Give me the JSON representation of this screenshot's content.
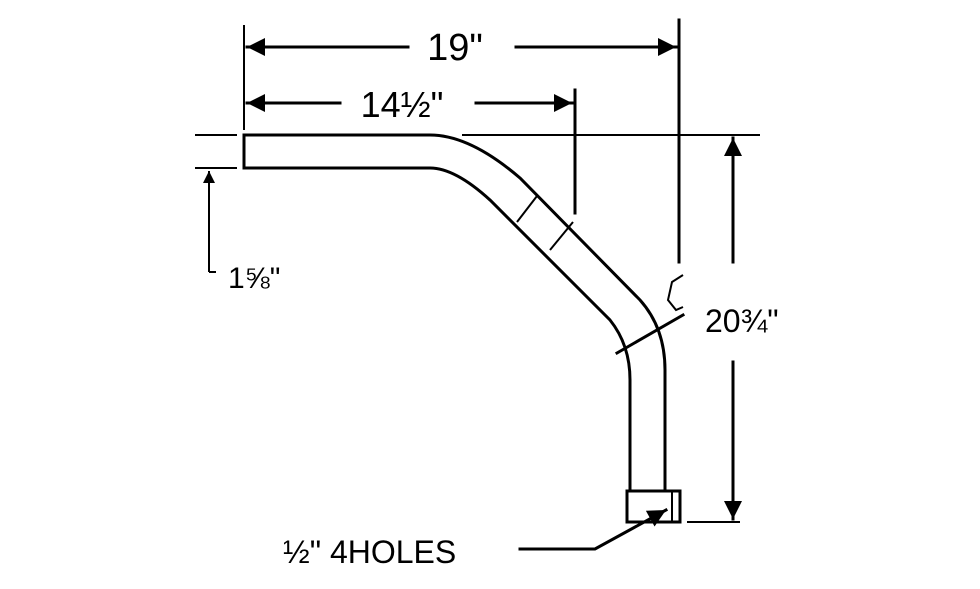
{
  "diagram": {
    "colors": {
      "line": "#000000",
      "background": "#ffffff"
    },
    "dimensions": {
      "overall_width": "19\"",
      "straight_length": "14½\"",
      "tube_diameter": "1⅝\"",
      "overall_height": "20¾\""
    },
    "callouts": {
      "holes": "½\" 4HOLES"
    }
  }
}
